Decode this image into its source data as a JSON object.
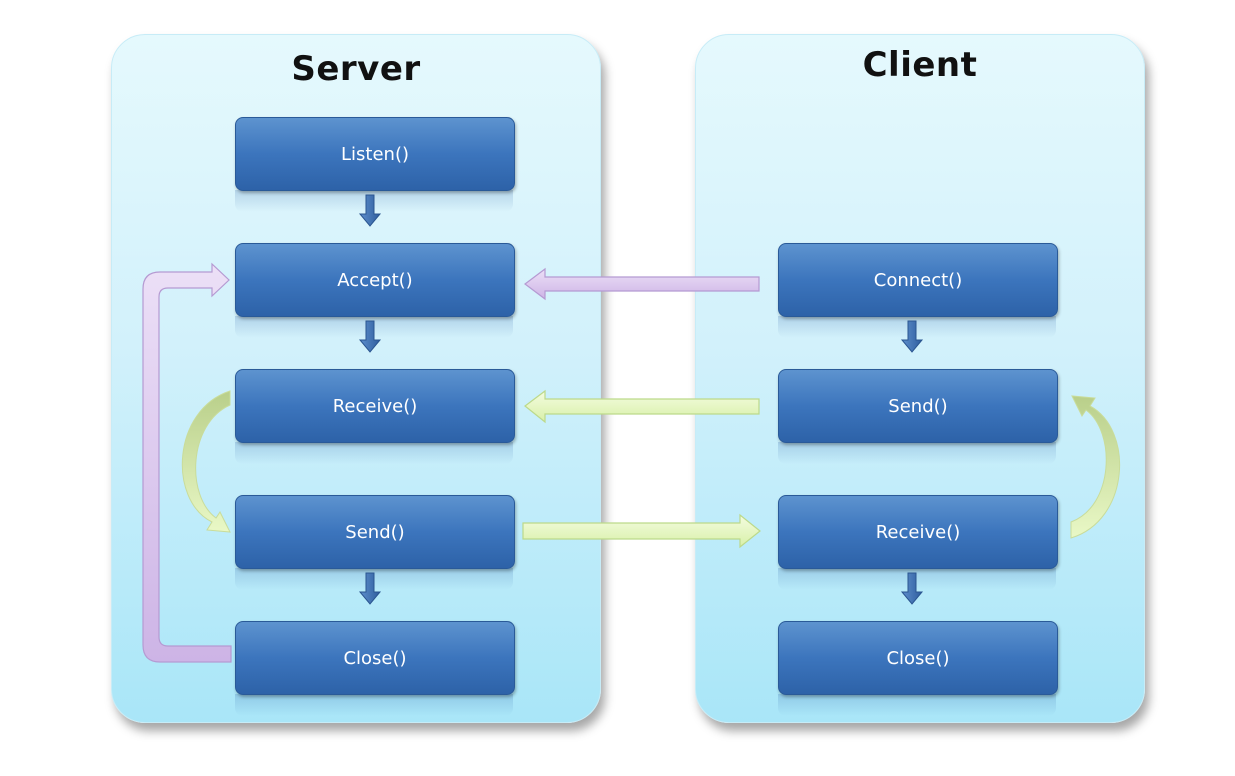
{
  "server": {
    "title": "Server",
    "steps": [
      "Listen()",
      "Accept()",
      "Receive()",
      "Send()",
      "Close()"
    ]
  },
  "client": {
    "title": "Client",
    "steps": [
      "Connect()",
      "Send()",
      "Receive()",
      "Close()"
    ]
  },
  "colors": {
    "panel": "#d2f1fb",
    "box": "#3c75bd",
    "purple_arrow": "#dcc9ee",
    "green_arrow": "#e7f7c5",
    "down_arrow": "#3f6fb2"
  }
}
